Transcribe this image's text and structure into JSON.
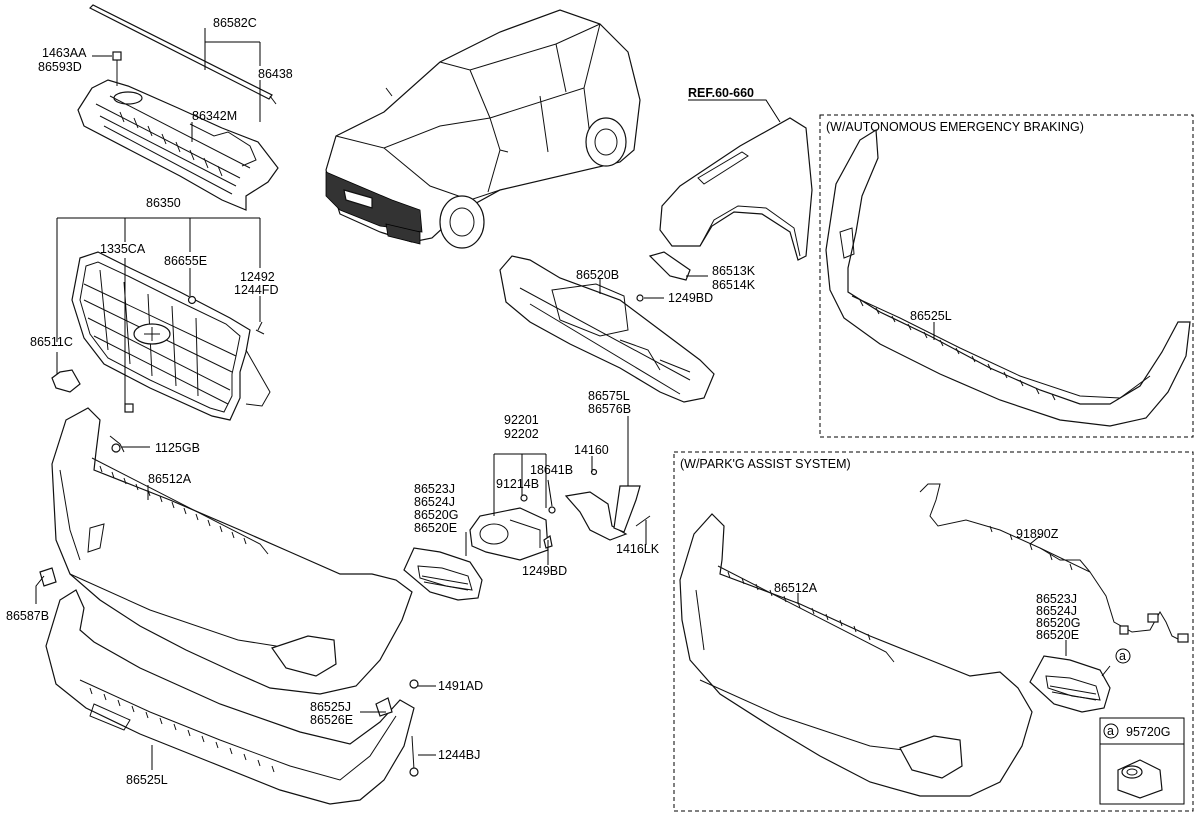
{
  "diagram": {
    "part_labels": {
      "p86582C": "86582C",
      "p1463AA": "1463AA",
      "p86593D": "86593D",
      "p86438": "86438",
      "p86342M": "86342M",
      "p86350": "86350",
      "p1335CA": "1335CA",
      "p86655E": "86655E",
      "p12492": "12492",
      "p1244FD": "1244FD",
      "p86511C": "86511C",
      "p1125GB": "1125GB",
      "p86512A": "86512A",
      "p86587B": "86587B",
      "p86525L": "86525L",
      "p86525J": "86525J",
      "p86526E": "86526E",
      "p1491AD": "1491AD",
      "p1244BJ": "1244BJ",
      "p86520B": "86520B",
      "p86513K": "86513K",
      "p86514K": "86514K",
      "p1249BD_a": "1249BD",
      "p92201": "92201",
      "p92202": "92202",
      "p18641B": "18641B",
      "p91214B": "91214B",
      "p86523J": "86523J",
      "p86524J": "86524J",
      "p86520G": "86520G",
      "p86520E": "86520E",
      "p1249BD_b": "1249BD",
      "p86575L": "86575L",
      "p86576B": "86576B",
      "p14160": "14160",
      "p1416LK": "1416LK",
      "ref": "REF.60-660",
      "aeb_86525L": "86525L",
      "pa_91890Z": "91890Z",
      "pa_86512A": "86512A",
      "pa_86523J": "86523J",
      "pa_86524J": "86524J",
      "pa_86520G": "86520G",
      "pa_86520E": "86520E",
      "circle_a": "a",
      "legend_a": "a",
      "p95720G": "95720G"
    },
    "boxes": {
      "aeb_title": "(W/AUTONOMOUS EMERGENCY BRAKING)",
      "parking_title": "(W/PARK'G ASSIST SYSTEM)"
    }
  }
}
